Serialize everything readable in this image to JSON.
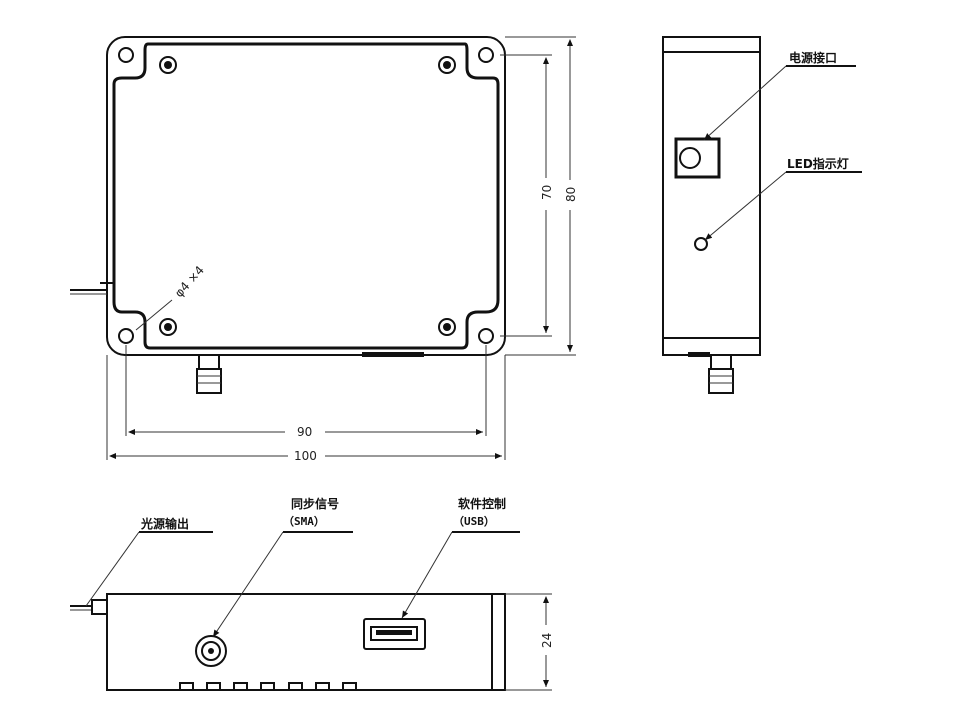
{
  "dimensions": {
    "inner_height": "70",
    "outer_height": "80",
    "hole_spacing": "90",
    "overall_width": "100",
    "hole_spec": "φ4 ×4",
    "box_height": "24"
  },
  "callouts": {
    "power_port": "电源接口",
    "led": "LED指示灯",
    "light_output": "光源输出",
    "sync_signal": "同步信号",
    "sync_type": "（SMA）",
    "software_control": "软件控制",
    "software_type": "（USB）"
  }
}
